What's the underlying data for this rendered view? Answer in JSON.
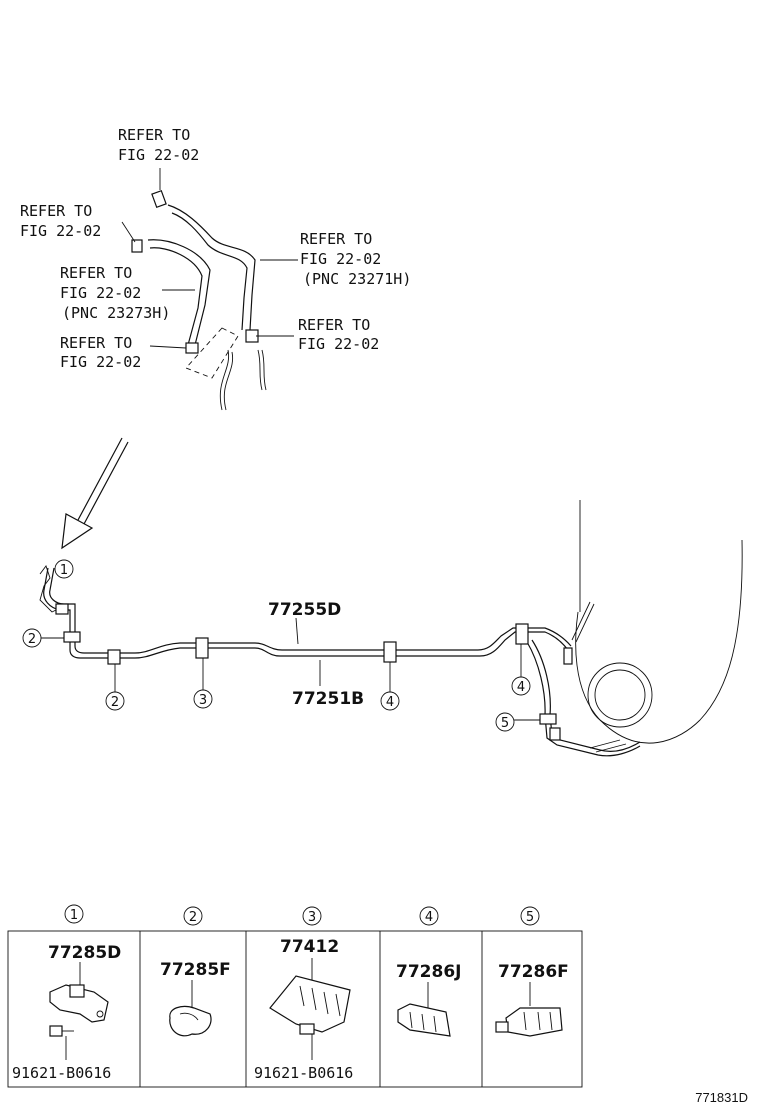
{
  "callouts": {
    "ref1": {
      "line1": "REFER TO",
      "line2": "FIG 22-02"
    },
    "ref2": {
      "line1": "REFER TO",
      "line2": "FIG 22-02"
    },
    "ref3": {
      "line1": "REFER TO",
      "line2": "FIG 22-02",
      "line3": "(PNC 23271H)"
    },
    "ref4": {
      "line1": "REFER TO",
      "line2": "FIG 22-02",
      "line3": "(PNC 23273H)"
    },
    "ref5": {
      "line1": "REFER TO",
      "line2": "FIG 22-02"
    },
    "ref6": {
      "line1": "REFER TO",
      "line2": "FIG 22-02"
    }
  },
  "main_parts": {
    "upper_tube": "77255D",
    "lower_tube": "77251B"
  },
  "clamp_markers": {
    "m1": "1",
    "m2a": "2",
    "m2b": "2",
    "m3": "3",
    "m4a": "4",
    "m4b": "4",
    "m5": "5"
  },
  "legend": [
    {
      "number": "1",
      "part": "77285D",
      "bolt": "91621-B0616"
    },
    {
      "number": "2",
      "part": "77285F"
    },
    {
      "number": "3",
      "part": "77412",
      "bolt": "91621-B0616"
    },
    {
      "number": "4",
      "part": "77286J"
    },
    {
      "number": "5",
      "part": "77286F"
    }
  ],
  "figure_code": "771831D"
}
